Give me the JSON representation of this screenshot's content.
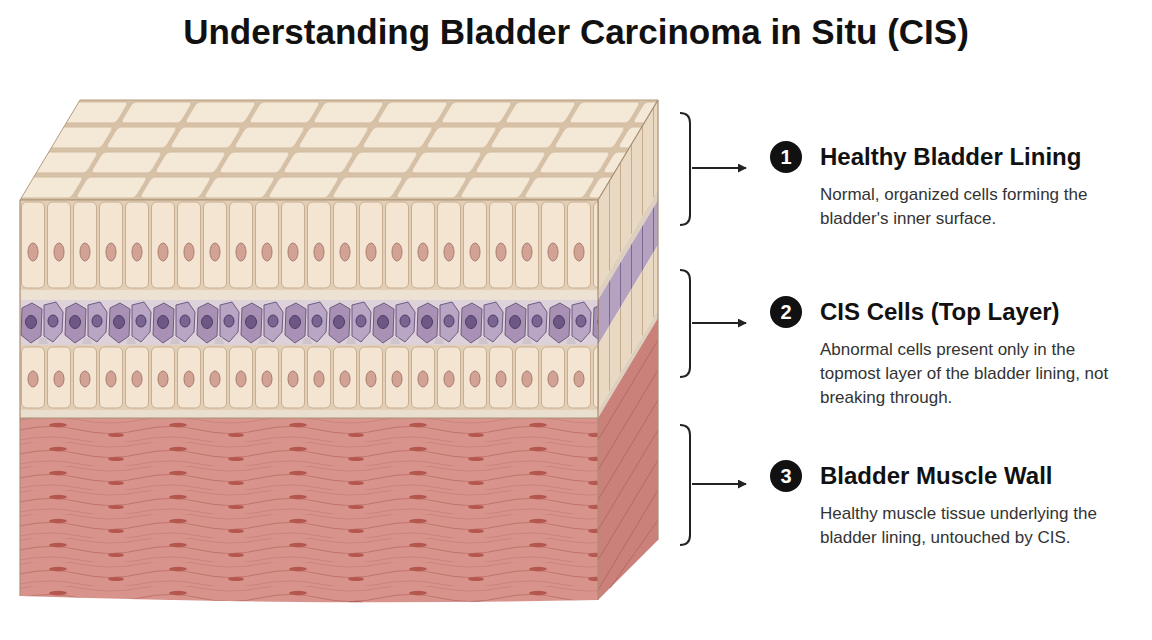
{
  "diagram": {
    "title": "Understanding Bladder Carcinoma in Situ (CIS)",
    "nodes": [
      {
        "text": [
          "1",
          "Healthy Bladder Lining",
          "Normal, organized cells forming the bladder's inner surface."
        ]
      },
      {
        "text": [
          "2",
          "CIS Cells (Top Layer)",
          "Abnormal cells present only in the topmost layer of the bladder lining, not breaking through."
        ]
      },
      {
        "text": [
          "3",
          "Bladder Muscle Wall",
          "Healthy muscle tissue underlying the bladder lining, untouched by CIS."
        ]
      }
    ]
  }
}
